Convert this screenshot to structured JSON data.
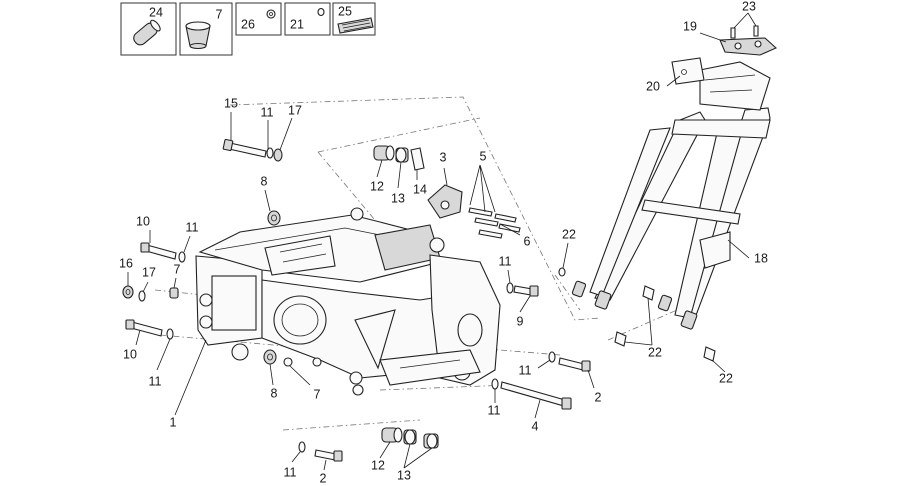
{
  "title": "",
  "kit_boxes": [
    {
      "label": "24",
      "icon": "sleeve-icon"
    },
    {
      "label": "7",
      "icon": "bushing-icon"
    },
    {
      "label": "26",
      "icon": "small-nut-icon"
    },
    {
      "label": "21",
      "icon": "small-washer-icon"
    },
    {
      "label": "25",
      "icon": "grip-strip-icon"
    }
  ],
  "callouts": {
    "c15": "15",
    "c11a": "11",
    "c17a": "17",
    "c8a": "8",
    "c10a": "10",
    "c11b": "11",
    "c16": "16",
    "c17b": "17",
    "c7a": "7",
    "c10b": "10",
    "c11c": "11",
    "c1": "1",
    "c8b": "8",
    "c7b": "7",
    "c12a": "12",
    "c13a": "13",
    "c14": "14",
    "c3": "3",
    "c5": "5",
    "c6": "6",
    "c11d": "11",
    "c9": "9",
    "c11e": "11",
    "c2a": "2",
    "c11f": "11",
    "c4": "4",
    "c11g": "11",
    "c2b": "2",
    "c12b": "12",
    "c13b": "13",
    "c22a": "22",
    "c22b": "22",
    "c22c": "22",
    "c18": "18",
    "c19": "19",
    "c20": "20",
    "c23": "23"
  }
}
